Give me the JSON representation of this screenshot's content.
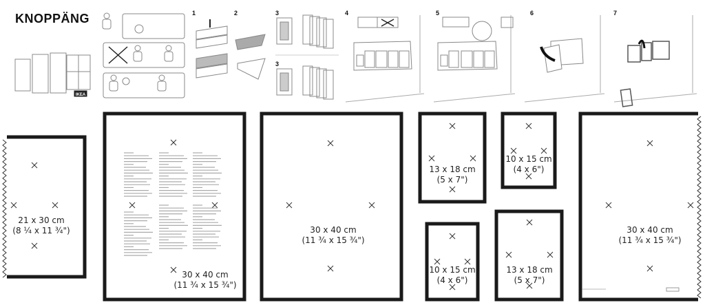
{
  "document": {
    "title": "KNOPPÄNG",
    "brand_logo": "IKEA",
    "steps": [
      "1",
      "2",
      "3",
      "3",
      "4",
      "5",
      "6",
      "7"
    ]
  },
  "frames": {
    "a": {
      "size_cm": "21 x 30 cm",
      "size_in": "(8 ¼ x 11 ¾\")"
    },
    "b": {
      "size_cm": "30 x 40 cm",
      "size_in": "(11 ¾ x 15 ¾\")"
    },
    "c": {
      "size_cm": "30 x 40 cm",
      "size_in": "(11 ¾ x 15 ¾\")"
    },
    "d": {
      "size_cm": "13 x 18 cm",
      "size_in": "(5 x 7\")"
    },
    "e": {
      "size_cm": "10 x 15 cm",
      "size_in": "(4 x 6\")"
    },
    "f": {
      "size_cm": "10 x 15 cm",
      "size_in": "(4 x 6\")"
    },
    "g": {
      "size_cm": "13 x 18 cm",
      "size_in": "(5 x 7\")"
    },
    "h": {
      "size_cm": "30 x 40 cm",
      "size_in": "(11 ¾ x 15 ¾\")"
    }
  },
  "colors": {
    "frame": "#1a1a1a",
    "line_art": "#888888"
  }
}
